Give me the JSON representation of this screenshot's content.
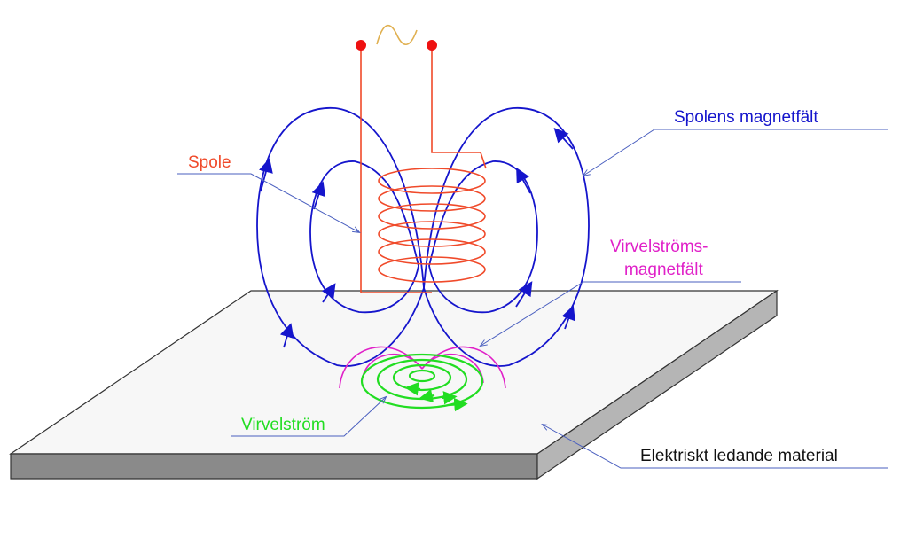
{
  "labels": {
    "coil": "Spole",
    "coil_field": "Spolens magnetfält",
    "eddy_field_line1": "Virvelströms-",
    "eddy_field_line2": "magnetfält",
    "eddy_current": "Virvelström",
    "material": "Elektriskt ledande material"
  },
  "colors": {
    "coil": "#f04a2a",
    "coil_field": "#1515cc",
    "eddy_field": "#e020c8",
    "eddy_current": "#22dd22",
    "terminal": "#ee1111",
    "ac_symbol": "#e0b050",
    "plate_top": "#f7f7f7",
    "plate_side": "#8a8a8a",
    "leader_line": "#4a5fbf"
  },
  "icons": {
    "ac_source": "sine-wave-icon",
    "terminals": "terminal-dot-icon"
  }
}
